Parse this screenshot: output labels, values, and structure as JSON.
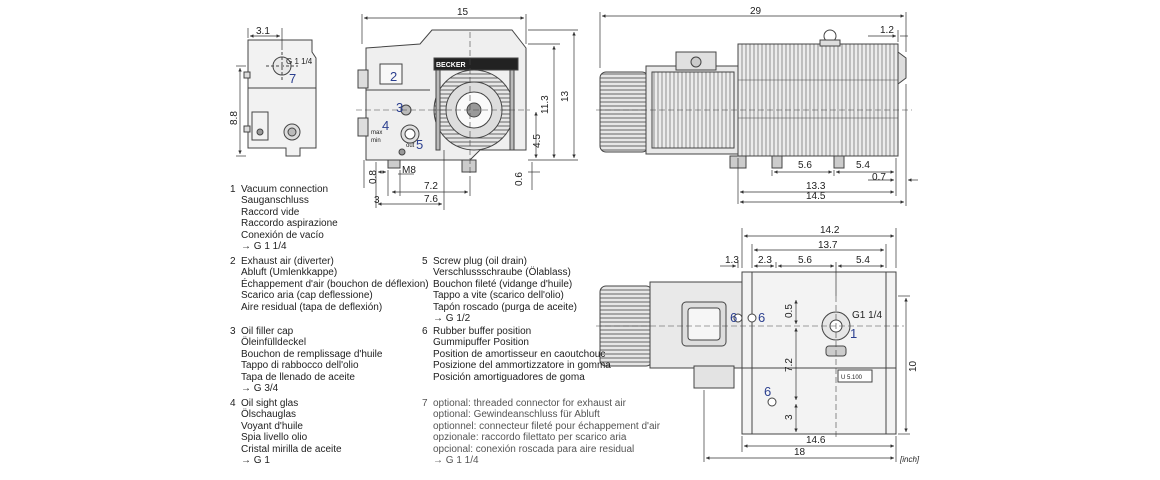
{
  "dimensions": {
    "d_3_1": "3.1",
    "d_8_8": "8.8",
    "d_15": "15",
    "d_11_3": "11.3",
    "d_13": "13",
    "d_4_5": "4.5",
    "d_0_6": "0.6",
    "d_0_8": "0.8",
    "d_m8": "M8",
    "d_7_2": "7.2",
    "d_3": "3",
    "d_7_6": "7.6",
    "d_29": "29",
    "d_1_2": "1.2",
    "d_5_6": "5.6",
    "d_5_4": "5.4",
    "d_13_3": "13.3",
    "d_0_7": "0.7",
    "d_14_5": "14.5",
    "d_14_2": "14.2",
    "d_13_7": "13.7",
    "d_1_3": "1.3",
    "d_2_3": "2.3",
    "d_5_6b": "5.6",
    "d_5_4b": "5.4",
    "d_0_5": "0.5",
    "d_7_2b": "7.2",
    "d_3b": "3",
    "d_10": "10",
    "d_14_6": "14.6",
    "d_18": "18",
    "unit": "[inch]"
  },
  "labels": {
    "g114_a": "G 1 1/4",
    "g114_b": "G1 1/4",
    "max": "max",
    "min": "min",
    "out": "out",
    "brand": "BECKER",
    "plate": "U 5.100"
  },
  "callouts": {
    "c7": "7",
    "c2": "2",
    "c3": "3",
    "c4": "4",
    "c5": "5",
    "c6a": "6",
    "c6b": "6",
    "c6c": "6",
    "c1": "1"
  },
  "legend": [
    {
      "num": "1",
      "lines": [
        "Vacuum connection",
        "Sauganschluss",
        "Raccord vide",
        "Raccordo aspirazione",
        "Conexión de vacío",
        "→ G 1 1/4"
      ]
    },
    {
      "num": "2",
      "lines": [
        "Exhaust air (diverter)",
        "Abluft (Umlenkkappe)",
        "Échappement d'air (bouchon de déflexion)",
        "Scarico aria (cap deflessione)",
        "Aire residual (tapa de deflexión)"
      ]
    },
    {
      "num": "3",
      "lines": [
        "Oil filler cap",
        "Öleinfülldeckel",
        "Bouchon de remplissage d'huile",
        "Tappo di rabbocco dell'olio",
        "Tapa de llenado de aceite",
        "→ G 3/4"
      ]
    },
    {
      "num": "4",
      "lines": [
        "Oil sight glas",
        "Ölschauglas",
        "Voyant d'huile",
        "Spia livello olio",
        "Cristal mirilla de aceite",
        "→ G 1"
      ]
    },
    {
      "num": "5",
      "lines": [
        "Screw plug (oil drain)",
        "Verschlussschraube (Ölablass)",
        "Bouchon fileté (vidange d'huile)",
        "Tappo a vite (scarico dell'olio)",
        "Tapón roscado (purga de aceite)",
        "→ G 1/2"
      ]
    },
    {
      "num": "6",
      "lines": [
        "Rubber buffer position",
        "Gummipuffer Position",
        "Position de amortisseur en caoutchouc",
        "Posizione del ammortizzatore in gomma",
        "Posición amortiguadores de goma"
      ]
    },
    {
      "num": "7",
      "lines": [
        "optional: threaded connector for exhaust air",
        "optional: Gewindeanschluss für Abluft",
        "optionnel: connecteur fileté pour échappement d'air",
        "opzionale: raccordo filettato per scarico aria",
        "opcional: conexión roscada para aire residual",
        "→ G 1 1/4"
      ]
    }
  ]
}
